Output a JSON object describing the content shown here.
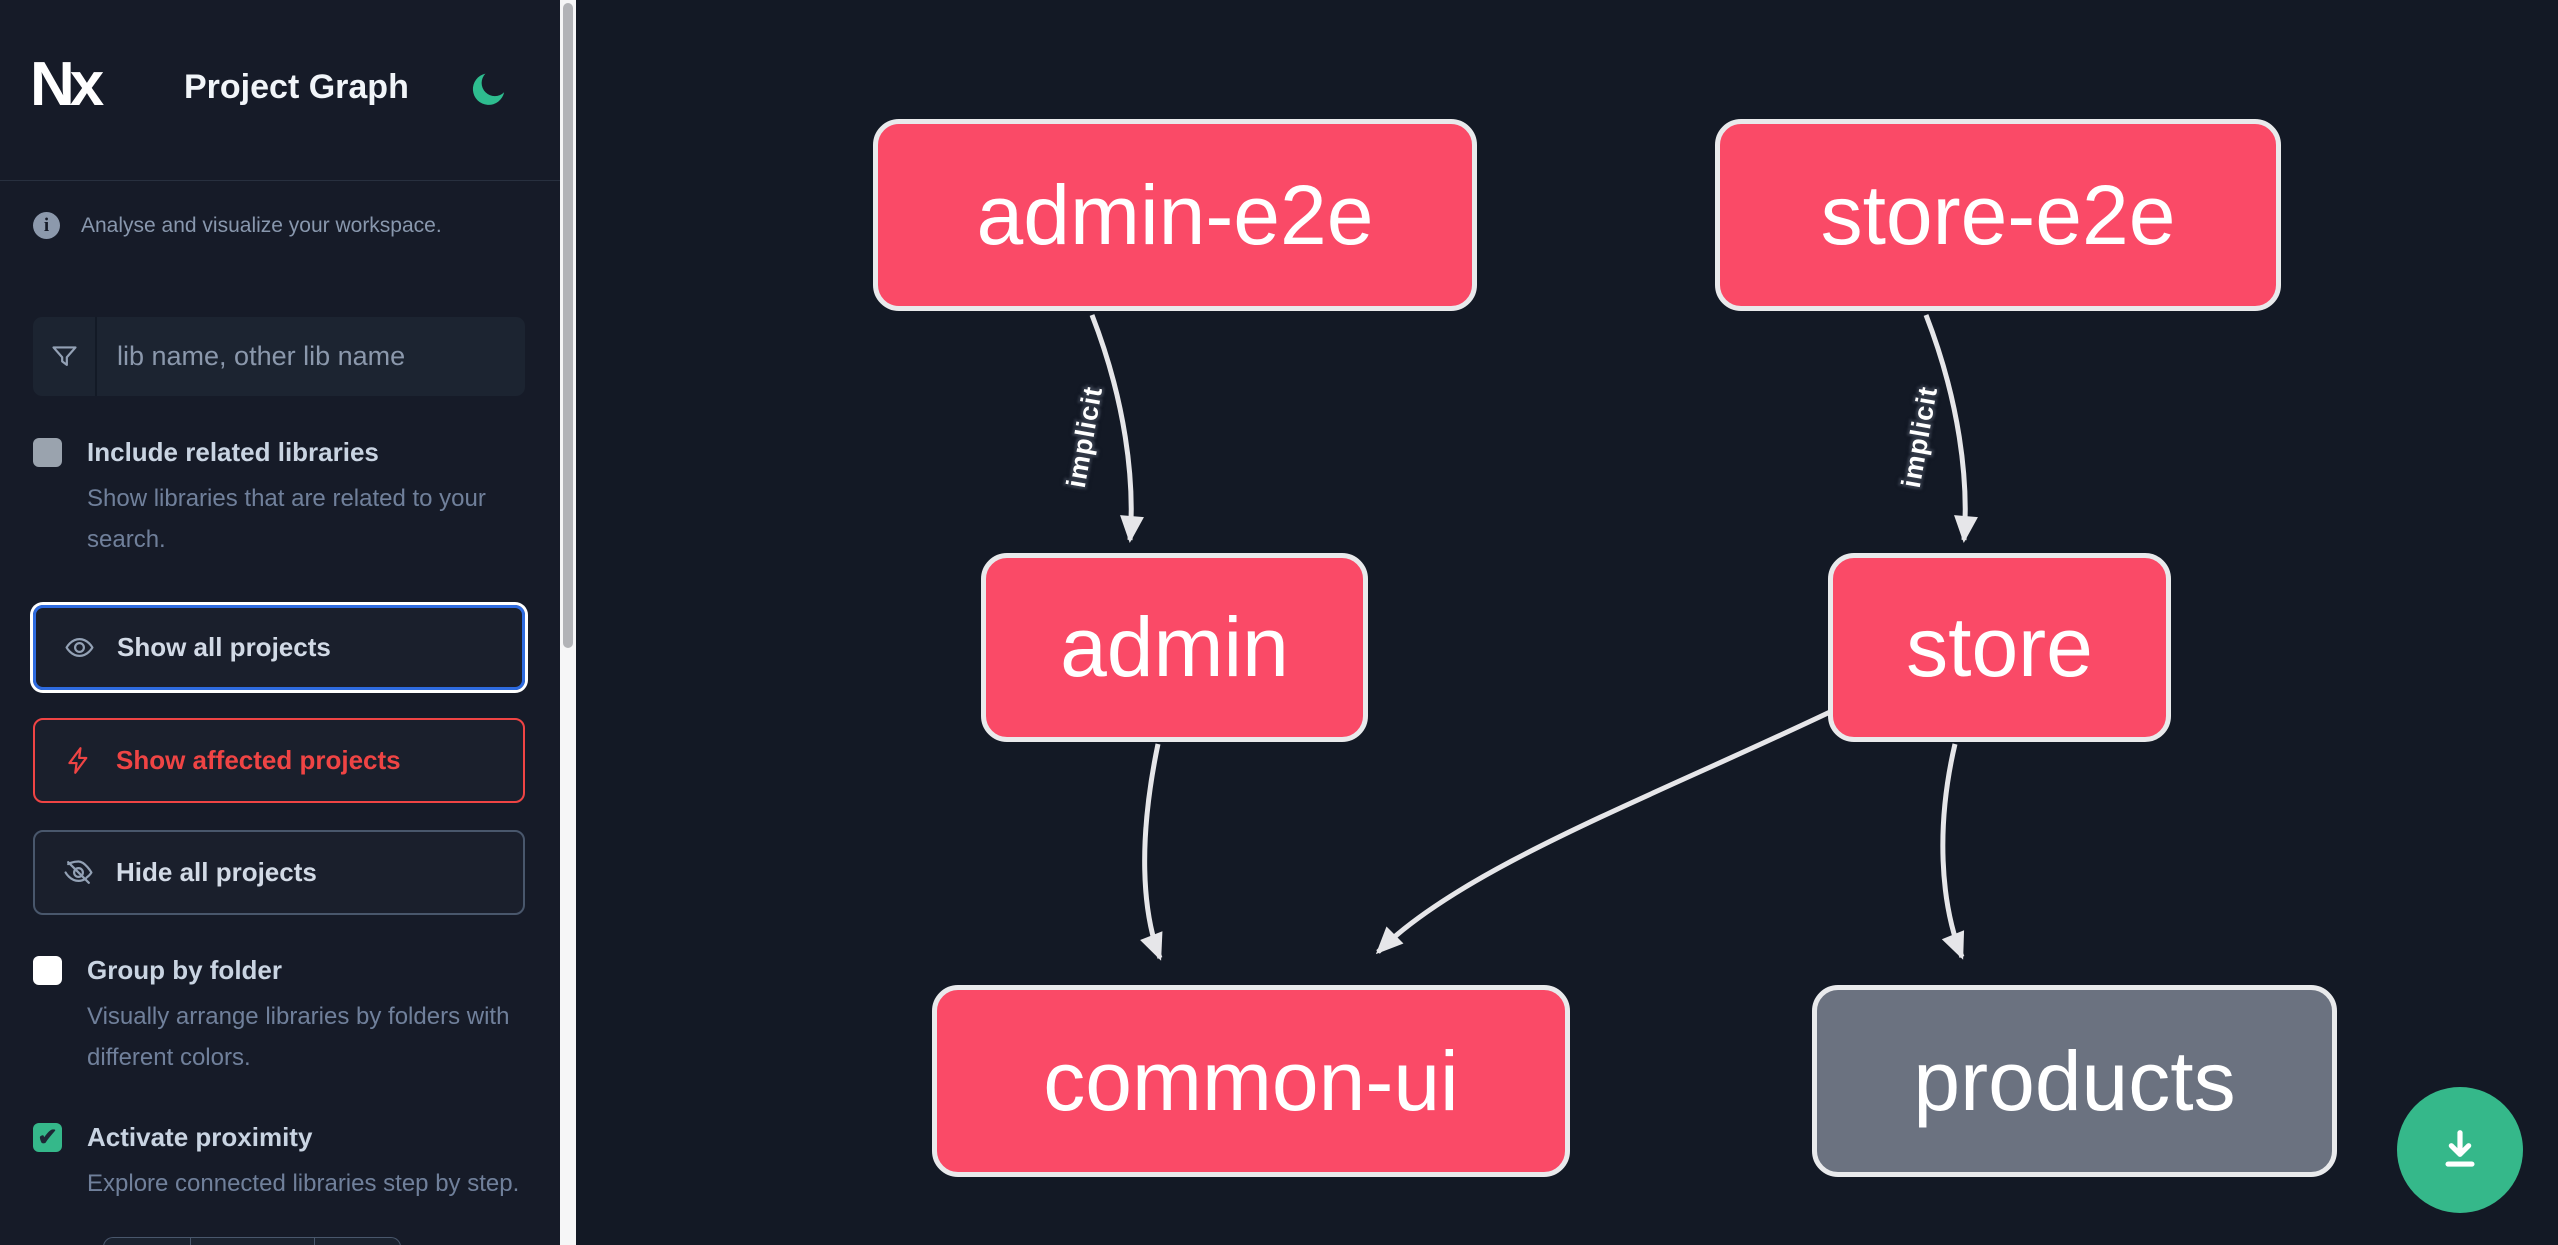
{
  "app": {
    "logo_text": "Nx",
    "title": "Project Graph",
    "theme_toggle": "dark-mode-moon",
    "info_text": "Analyse and visualize your workspace."
  },
  "search": {
    "placeholder": "lib name, other lib name",
    "value": ""
  },
  "options": [
    {
      "label": "Include related libraries",
      "description": "Show libraries that are related to your search.",
      "checked": false
    },
    {
      "label": "Group by folder",
      "description": "Visually arrange libraries by folders with different colors.",
      "checked": false
    },
    {
      "label": "Activate proximity",
      "description": "Explore connected libraries step by step.",
      "checked": true,
      "checkmark": "✔"
    }
  ],
  "buttons": [
    {
      "label": "Show all projects",
      "icon": "eye-icon",
      "state": "focused"
    },
    {
      "label": "Show affected projects",
      "icon": "bolt-icon",
      "state": "affected"
    },
    {
      "label": "Hide all projects",
      "icon": "eye-off-icon",
      "state": "default"
    }
  ],
  "graph": {
    "nodes": [
      {
        "label": "admin-e2e",
        "type": "app"
      },
      {
        "label": "store-e2e",
        "type": "app"
      },
      {
        "label": "admin",
        "type": "app"
      },
      {
        "label": "store",
        "type": "app"
      },
      {
        "label": "common-ui",
        "type": "lib"
      },
      {
        "label": "products",
        "type": "lib-unfocused"
      }
    ],
    "edges": [
      {
        "source": "admin-e2e",
        "target": "admin",
        "label": "implicit"
      },
      {
        "source": "store-e2e",
        "target": "store",
        "label": "implicit"
      },
      {
        "source": "admin",
        "target": "common-ui",
        "label": ""
      },
      {
        "source": "store",
        "target": "common-ui",
        "label": ""
      },
      {
        "source": "store",
        "target": "products",
        "label": ""
      }
    ]
  },
  "fab": {
    "icon": "download-icon"
  },
  "colors": {
    "node_accent": "#fa4a67",
    "node_unfocused": "#6b7280",
    "affected_red": "#ef4444",
    "focus_blue": "#2e6be0",
    "success_green": "#35b88a",
    "edge": "#e6e6e9",
    "sidebar_bg": "#161b28",
    "canvas_bg": "#131925"
  }
}
